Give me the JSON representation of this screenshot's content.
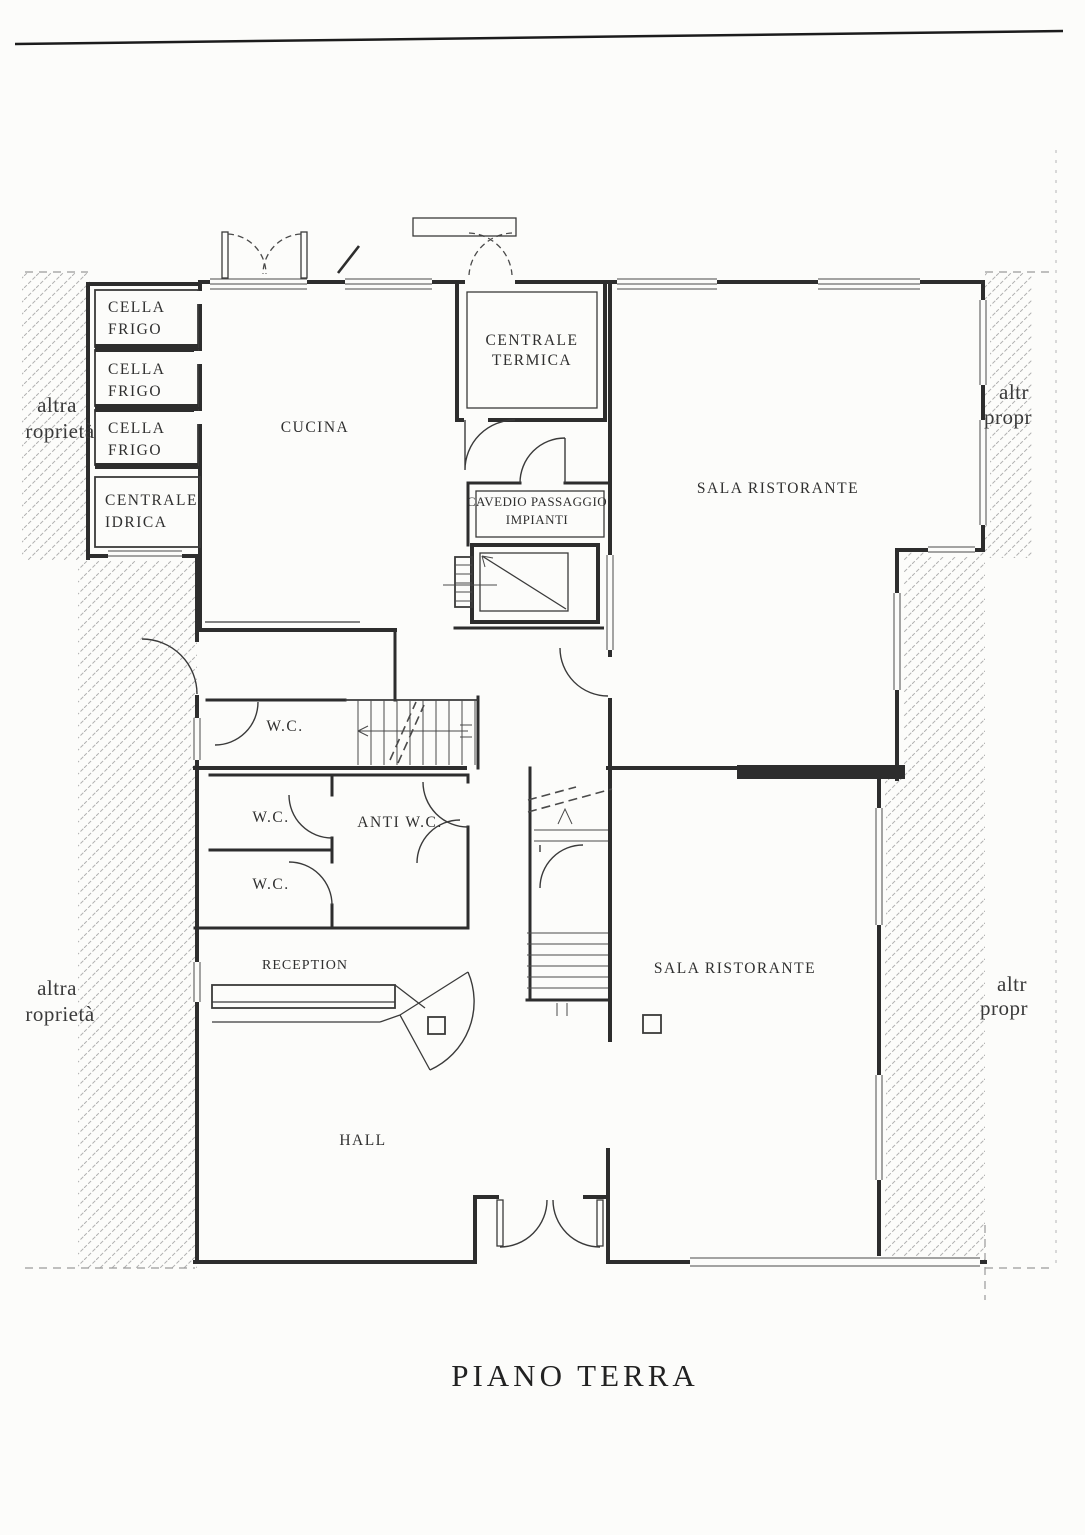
{
  "title": "PIANO TERRA",
  "colors": {
    "paper": "#fcfcfa",
    "ink": "#2d2d2d",
    "hatch": "#adadad"
  },
  "rooms": {
    "cella_frigo": {
      "line1": "CELLA",
      "line2": "FRIGO"
    },
    "centrale_idrica": {
      "line1": "CENTRALE",
      "line2": "IDRICA"
    },
    "cucina": {
      "label": "CUCINA"
    },
    "centrale_termica": {
      "line1": "CENTRALE",
      "line2": "TERMICA"
    },
    "cavedio": {
      "line1": "CAVEDIO PASSAGGIO",
      "line2": "IMPIANTI"
    },
    "sala_ristorante": {
      "label": "SALA RISTORANTE"
    },
    "wc": {
      "label": "W.C."
    },
    "anti_wc": {
      "label": "ANTI W.C."
    },
    "reception": {
      "label": "RECEPTION"
    },
    "hall": {
      "label": "HALL"
    }
  },
  "adjacent_property": {
    "left_top": {
      "line1": "altra",
      "line2": "roprietà"
    },
    "left_bottom": {
      "line1": "altra",
      "line2": "roprietà"
    },
    "right_top": {
      "line1": "altr",
      "line2": "propr"
    },
    "right_bottom": {
      "line1": "altr",
      "line2": "propr"
    }
  }
}
